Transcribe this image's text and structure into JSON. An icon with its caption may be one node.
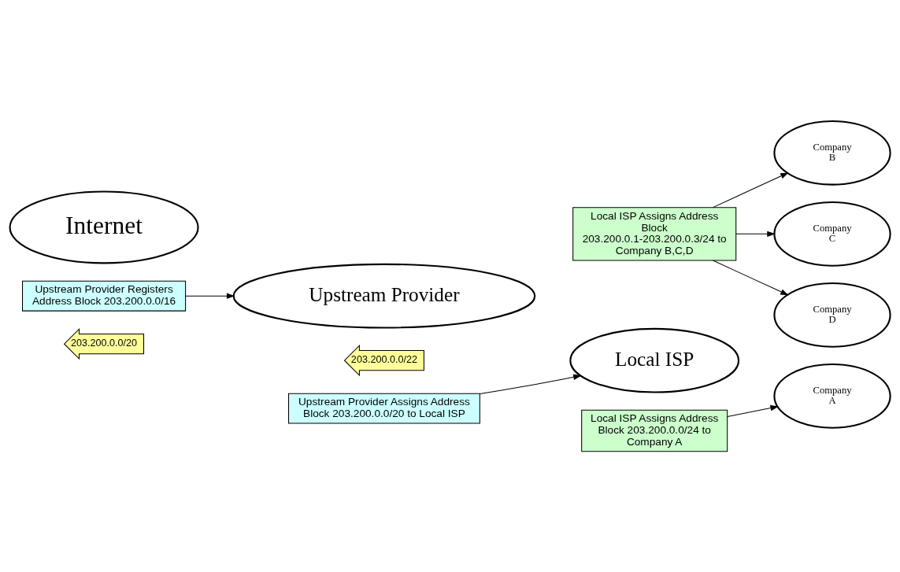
{
  "diagram": {
    "nodes": [
      {
        "text": [
          "Internet"
        ]
      },
      {
        "text": [
          "Upstream Provider"
        ]
      },
      {
        "text": [
          "Local ISP"
        ]
      },
      {
        "text": [
          "Company A"
        ]
      },
      {
        "text": [
          "Company B"
        ]
      },
      {
        "text": [
          "Company C"
        ]
      },
      {
        "text": [
          "Company D"
        ]
      },
      {
        "text": [
          "Upstream Provider Registers Address Block 203.200.0.0/16"
        ]
      },
      {
        "text": [
          "203.200.0.0/20"
        ]
      },
      {
        "text": [
          "203.200.0.0/22"
        ]
      },
      {
        "text": [
          "Upstream Provider Assigns Address Block 203.200.0.0/20 to Local ISP"
        ]
      },
      {
        "text": [
          "Local ISP Assigns Address Block 203.200.0.0/24 to Company A"
        ]
      },
      {
        "text": [
          "Local ISP Assigns Address Block 203.200.0.1-203.200.0.3/24 to Company B,C,D"
        ]
      }
    ],
    "edges": [
      {
        "from": 7,
        "to": 1,
        "arrow": "to"
      },
      {
        "from": 10,
        "to": 2,
        "arrow": "to"
      },
      {
        "from": 11,
        "to": 3,
        "arrow": "to"
      },
      {
        "from": 12,
        "to": 4,
        "arrow": "to"
      },
      {
        "from": 12,
        "to": 5,
        "arrow": "to"
      },
      {
        "from": 12,
        "to": 6,
        "arrow": "to"
      }
    ]
  }
}
